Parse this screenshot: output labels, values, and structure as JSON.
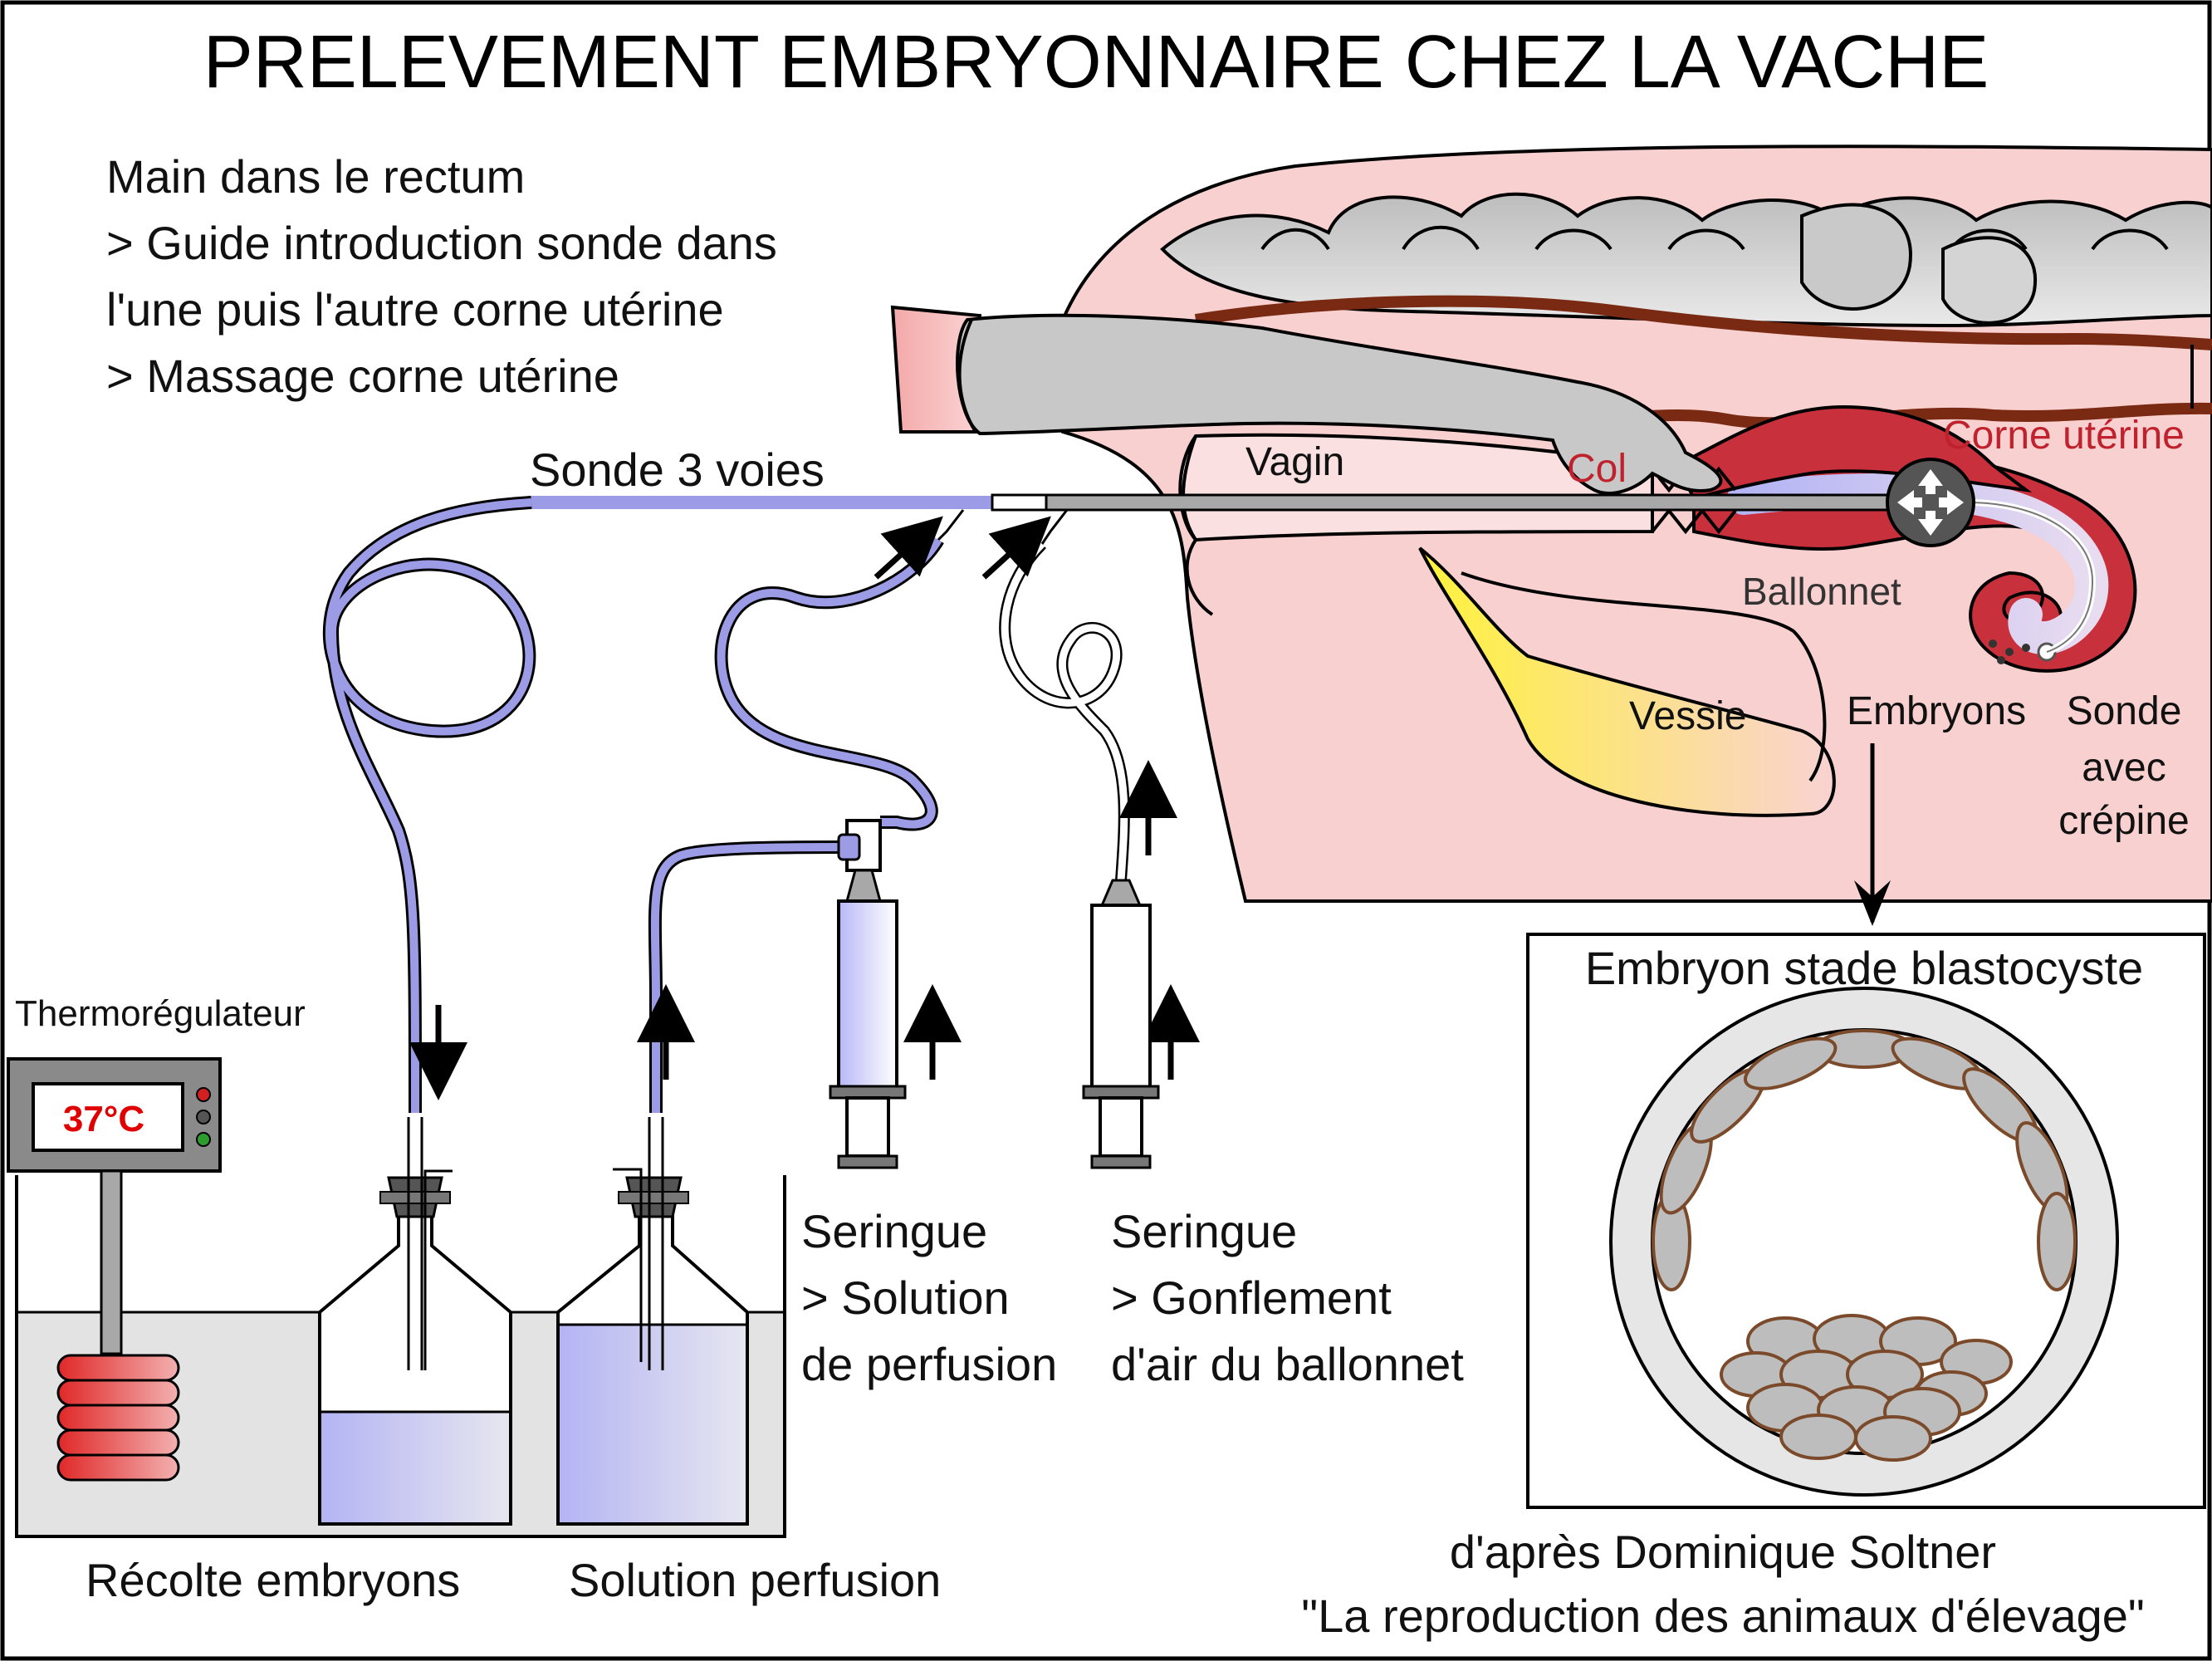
{
  "title": "PRELEVEMENT EMBRYONNAIRE CHEZ LA VACHE",
  "instructions": [
    "Main dans le rectum",
    "> Guide introduction sonde dans",
    "l'une puis l'autre corne utérine",
    "> Massage corne utérine"
  ],
  "labels": {
    "probe": "Sonde 3 voies",
    "vagina": "Vagin",
    "cervix": "Col",
    "uterine_horn": "Corne utérine",
    "balloon": "Ballonnet",
    "bladder": "Vessie",
    "embryos": "Embryons",
    "probe_filter": [
      "Sonde",
      "avec",
      "crépine"
    ],
    "thermoregulator": "Thermorégulateur",
    "temperature": "37°C",
    "syringe_perfusion": [
      "Seringue",
      "> Solution",
      "de perfusion"
    ],
    "syringe_air": [
      "Seringue",
      "> Gonflement",
      "d'air du ballonnet"
    ],
    "collection": "Récolte embryons",
    "perfusion": "Solution perfusion",
    "inset_title": "Embryon stade blastocyste"
  },
  "credit": [
    "d'après Dominique Soltner",
    "\"La reproduction des animaux d'élevage\""
  ],
  "colors": {
    "tissue": "#f9d0d0",
    "uterus": "#c8303c",
    "glove": "#c8c8c8",
    "tube": "#9c9ce6",
    "bladder": "#fff23c",
    "heater": "#e63232"
  }
}
